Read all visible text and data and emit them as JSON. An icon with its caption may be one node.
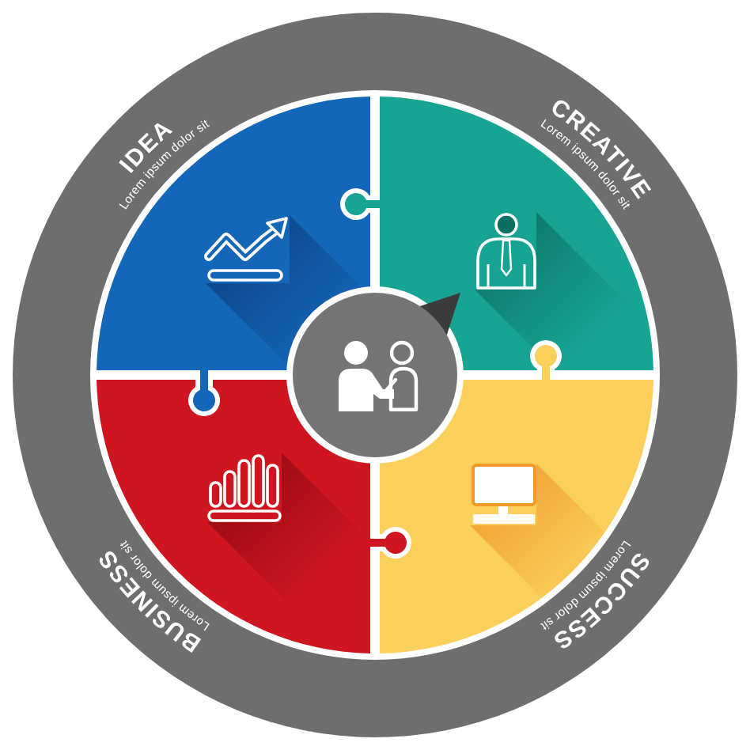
{
  "diagram": {
    "nodes": [
      {
        "text": [
          "IDEA",
          "Lorem ipsum dolor sit"
        ]
      },
      {
        "text": [
          "CREATIVE",
          "Lorem ipsum dolor sit"
        ]
      },
      {
        "text": [
          "BUSINESS",
          "Lorem ipsum dolor sit"
        ]
      },
      {
        "text": [
          "SUCCESS",
          "Lorem ipsum dolor sit"
        ]
      },
      {
        "text": [],
        "shape": "circle"
      }
    ]
  }
}
